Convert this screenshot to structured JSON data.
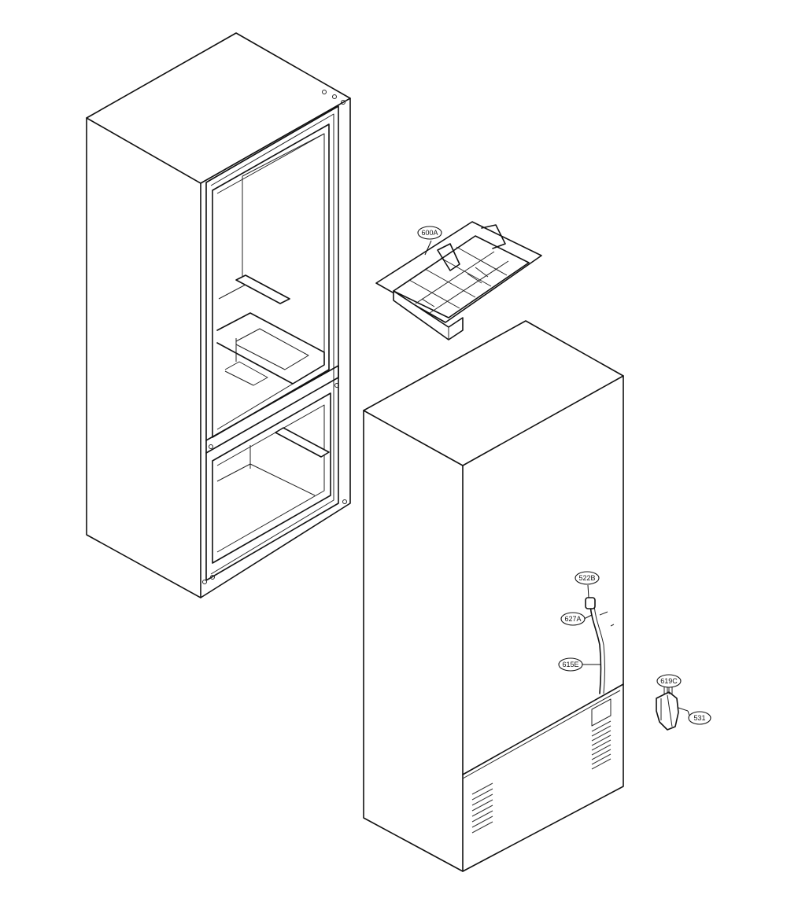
{
  "callouts": [
    {
      "id": "600A",
      "label": "600A"
    },
    {
      "id": "522B",
      "label": "522B"
    },
    {
      "id": "627A",
      "label": "627A"
    },
    {
      "id": "615E",
      "label": "615E"
    },
    {
      "id": "619C",
      "label": "619C"
    },
    {
      "id": "531",
      "label": "531"
    }
  ],
  "colors": {
    "line": "#111111",
    "background": "#ffffff"
  }
}
